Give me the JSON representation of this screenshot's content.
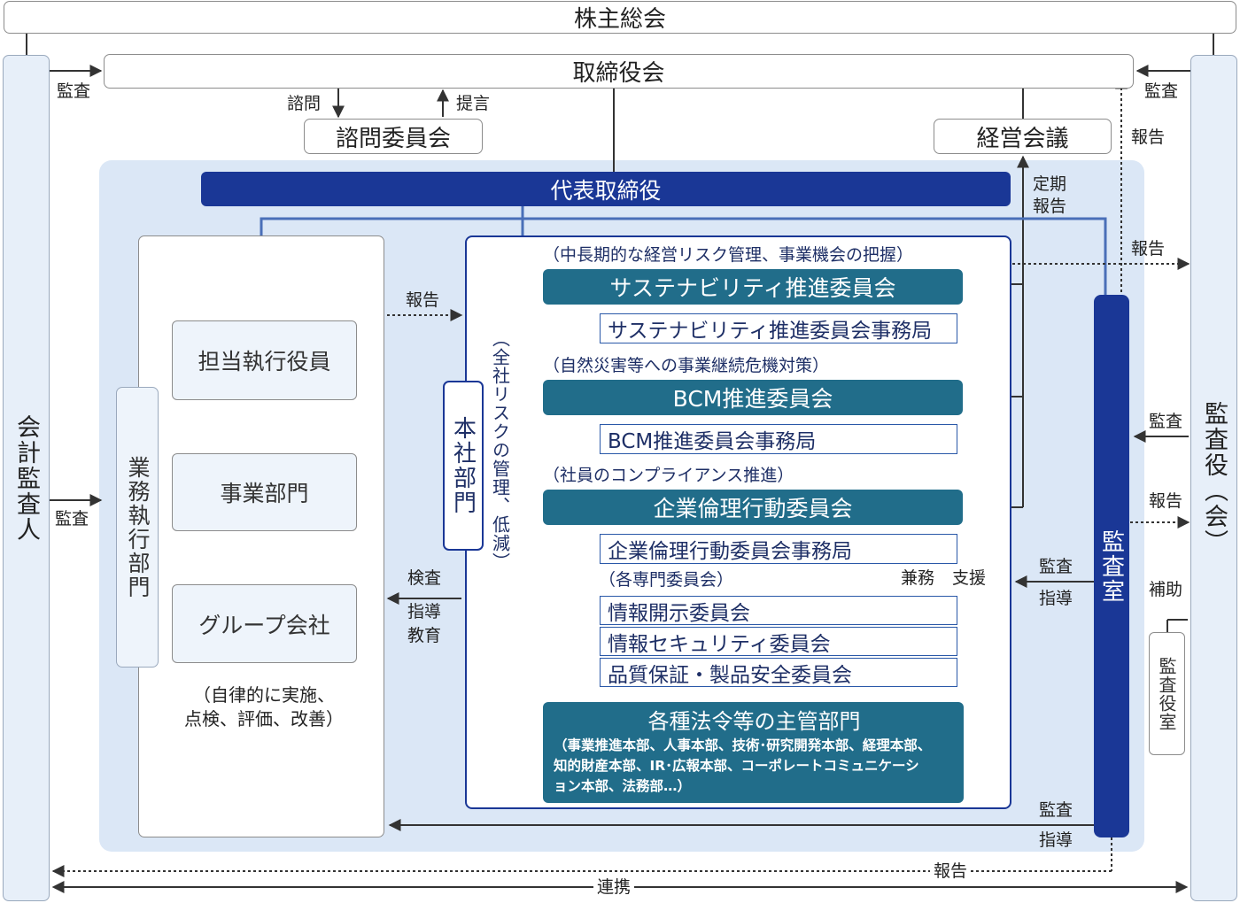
{
  "top": {
    "shareholders": "株主総会",
    "board": "取締役会",
    "advisory_committee": "諮問委員会",
    "management_meeting": "経営会議",
    "ceo": "代表取締役"
  },
  "side": {
    "accounting_auditor": "会計監査人",
    "audit_board": "監査役（会）",
    "audit_office": "監査室",
    "auditors_office": "監査役室"
  },
  "execution": {
    "title": "業務執行部門",
    "officer": "担当執行役員",
    "business_division": "事業部門",
    "group_companies": "グループ会社",
    "note": [
      "（自律的に実施、",
      "点検、評価、改善）"
    ]
  },
  "hq": {
    "title": "本社部門",
    "vertical_note": "（全社リスクの管理、低減）",
    "sustainability": {
      "note": "（中長期的な経営リスク管理、事業機会の把握）",
      "committee": "サステナビリティ推進委員会",
      "secretariat": "サステナビリティ推進委員会事務局"
    },
    "bcm": {
      "note": "（自然災害等への事業継続危機対策）",
      "committee": "BCM推進委員会",
      "secretariat": "BCM推進委員会事務局"
    },
    "ethics": {
      "note": "（社員のコンプライアンス推進）",
      "committee": "企業倫理行動委員会",
      "secretariat": "企業倫理行動委員会事務局"
    },
    "specialist_note": "（各専門委員会）",
    "specialist_committees": [
      "情報開示委員会",
      "情報セキュリティ委員会",
      "品質保証・製品安全委員会"
    ],
    "legal_depts": {
      "title": "各種法令等の主管部門",
      "detail": [
        "（事業推進本部、人事本部、技術･研究開発本部、経理本部、",
        "知的財産本部、IR･広報本部、コーポレートコミュニケーシ",
        "ョン本部、法務部…）"
      ]
    }
  },
  "labels": {
    "audit": "監査",
    "inquiry": "諮問",
    "proposal": "提言",
    "report": "報告",
    "periodic_report": [
      "定期",
      "報告"
    ],
    "inspection": "検査",
    "guidance": "指導",
    "education": "教育",
    "concurrent": "兼務",
    "support": "支援",
    "assist": "補助",
    "cooperation": "連携"
  }
}
